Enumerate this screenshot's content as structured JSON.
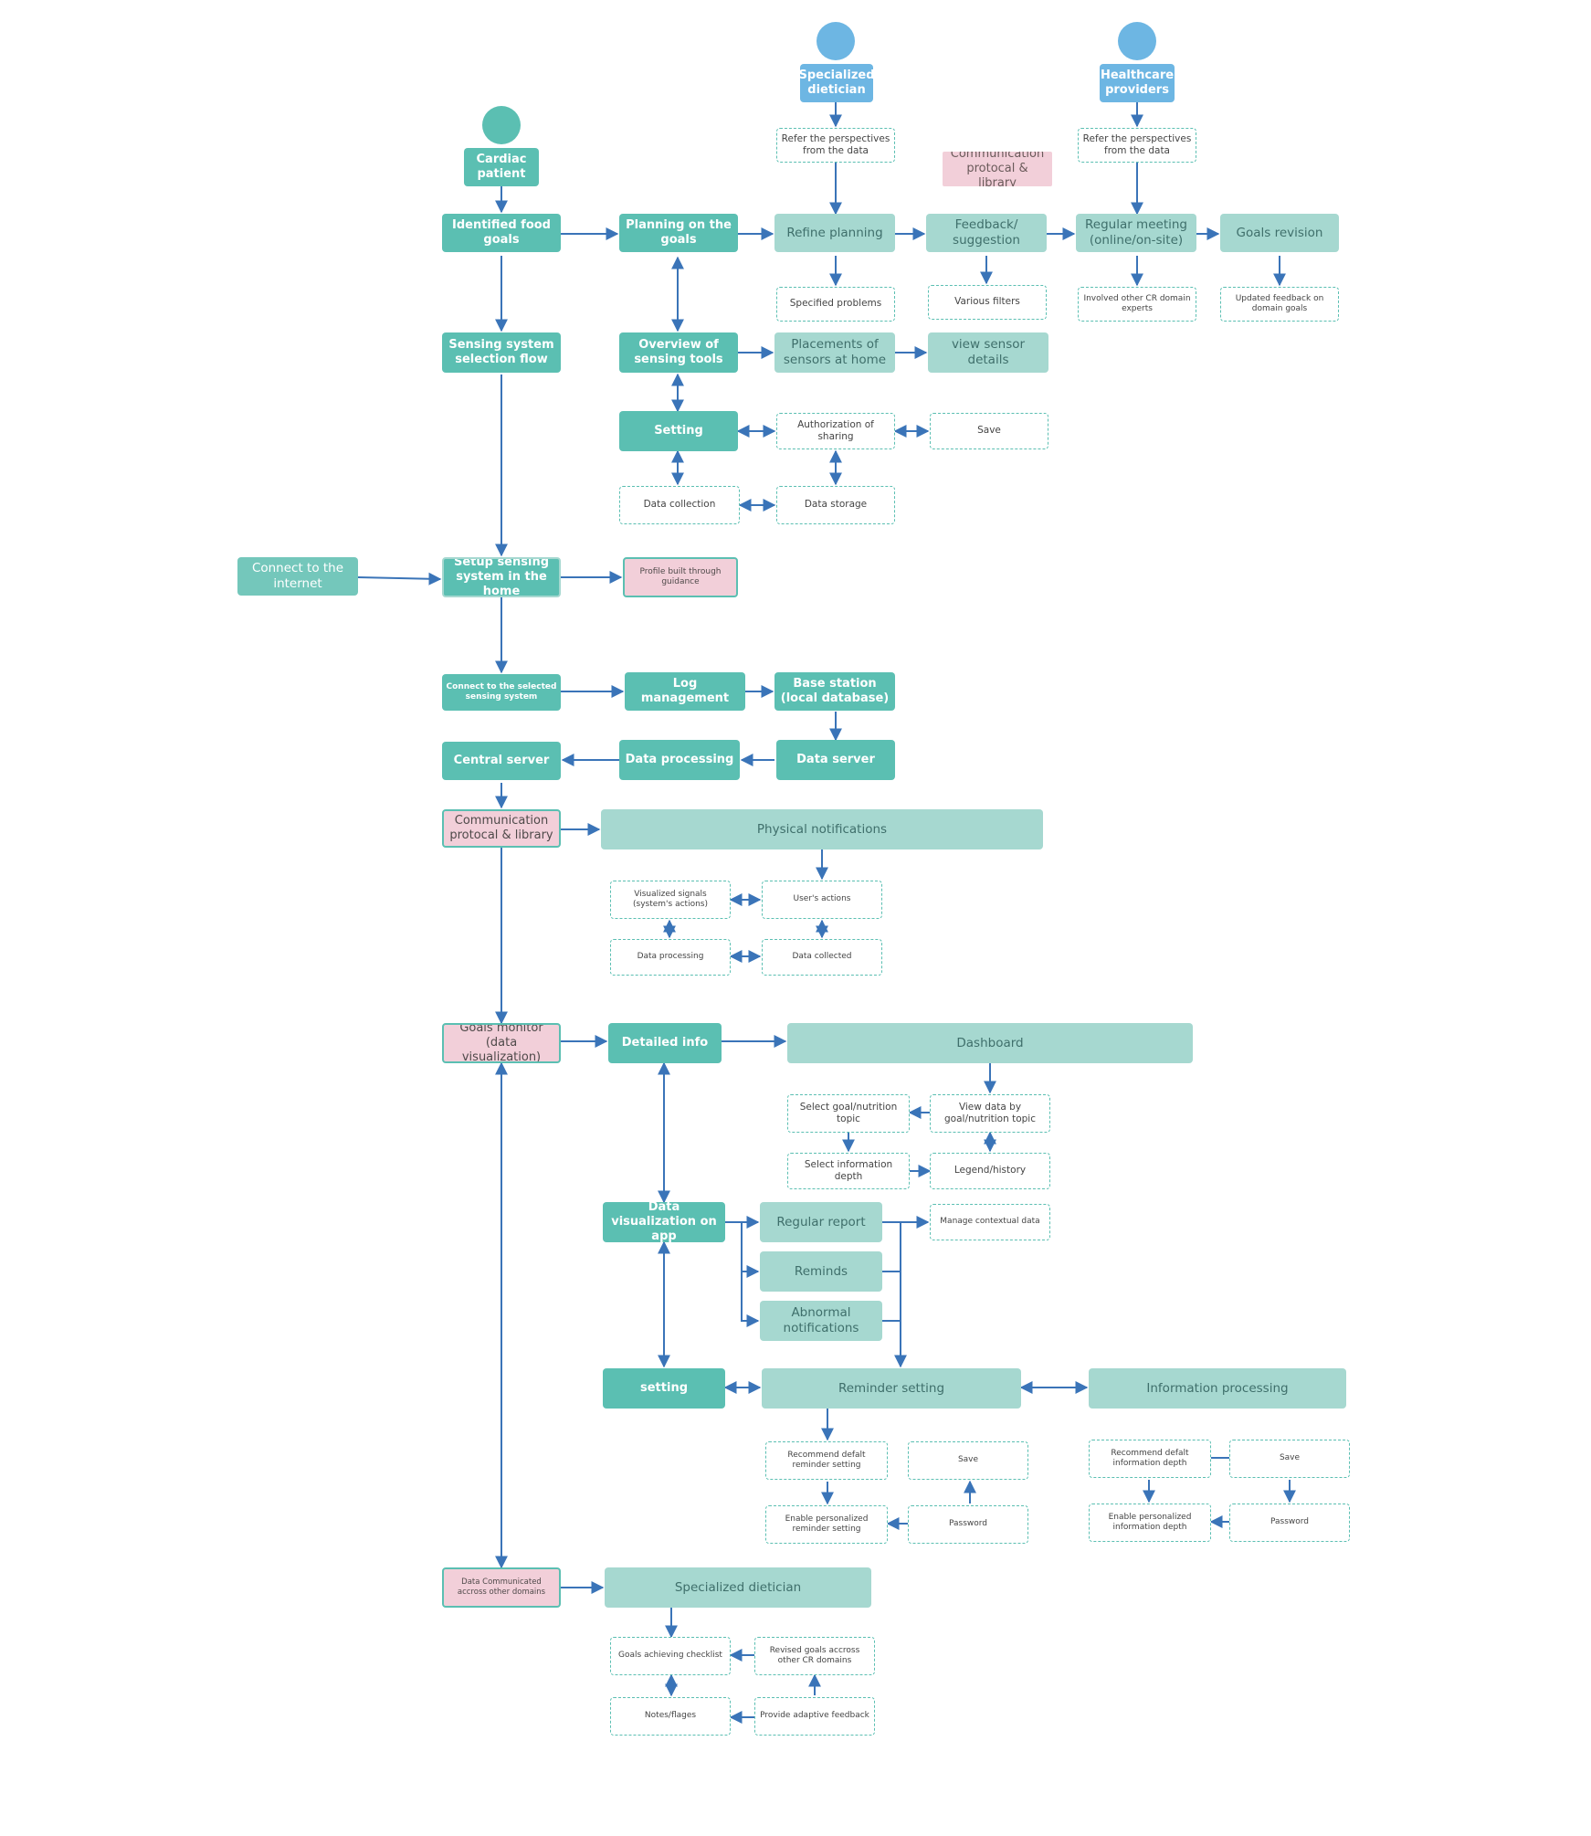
{
  "colors": {
    "dark_node": "#5bbfb2",
    "light_node": "#a6d8d0",
    "blue_actor": "#6db6e3",
    "pink_node": "#f2cfd9",
    "arrow": "#3a74b8"
  },
  "actors": {
    "cardiac_patient": "Cardiac patient",
    "specialized_dietician": "Specialized dietician",
    "healthcare_providers": "Healthcare providers"
  },
  "nodes": {
    "refer_perspectives_dietician": "Refer the perspectives from the data",
    "refer_perspectives_healthcare": "Refer the perspectives from the data",
    "communication_protocol_top": "Communication protocal & library",
    "identified_food_goals": "Identified food goals",
    "planning_on_goals": "Planning on the goals",
    "refine_planning": "Refine planning",
    "feedback_suggestion": "Feedback/ suggestion",
    "regular_meeting": "Regular meeting (online/on-site)",
    "goals_revision": "Goals revision",
    "specified_problems": "Specified problems",
    "various_filters": "Various filters",
    "involved_experts": "Involved other CR domain experts",
    "updated_feedback": "Updated feedback on domain goals",
    "sensing_system_selection": "Sensing system selection flow",
    "overview_sensing_tools": "Overview of sensing tools",
    "placements_sensors": "Placements of sensors at home",
    "view_sensor_details": "view sensor details",
    "setting_top": "Setting",
    "authorization_sharing": "Authorization of sharing",
    "save_top": "Save",
    "data_collection": "Data collection",
    "data_storage": "Data storage",
    "connect_internet": "Connect to the internet",
    "setup_sensing": "Setup sensing system in the home",
    "profile_built": "Profile built through guidance",
    "connect_selected": "Connect to the selected sensing system",
    "log_management": "Log management",
    "base_station": "Base station (local database)",
    "central_server": "Central server",
    "data_processing_mid": "Data processing",
    "data_server": "Data server",
    "communication_protocol_mid": "Communication protocal & library",
    "physical_notifications": "Physical notifications",
    "visualized_signals": "Visualized signals (system's actions)",
    "users_actions": "User's actions",
    "data_processing_small": "Data processing",
    "data_collected": "Data collected",
    "goals_monitor": "Goals monitor (data visualization)",
    "detailed_info": "Detailed info",
    "dashboard": "Dashboard",
    "select_goal_topic": "Select goal/nutrition topic",
    "view_data_topic": "View data by goal/nutrition topic",
    "select_info_depth": "Select information depth",
    "legend_history": "Legend/history",
    "data_viz_app": "Data visualization on app",
    "regular_report": "Regular report",
    "manage_contextual": "Manage contextual data",
    "reminds": "Reminds",
    "abnormal_notifications": "Abnormal notifications",
    "setting_bottom": "setting",
    "reminder_setting": "Reminder setting",
    "information_processing": "Information processing",
    "recommend_reminder": "Recommend defalt reminder setting",
    "save_reminder": "Save",
    "enable_reminder": "Enable personalized reminder setting",
    "password_reminder": "Password",
    "recommend_info_depth": "Recommend defalt information depth",
    "save_info": "Save",
    "enable_info_depth": "Enable personalized information depth",
    "password_info": "Password",
    "data_communicated": "Data Communicated accross other domains",
    "specialized_dietician_bottom": "Specialized dietician",
    "goals_checklist": "Goals achieving checklist",
    "revised_goals": "Revised goals accross other CR domains",
    "notes_flags": "Notes/flages",
    "adaptive_feedback": "Provide adaptive feedback"
  }
}
